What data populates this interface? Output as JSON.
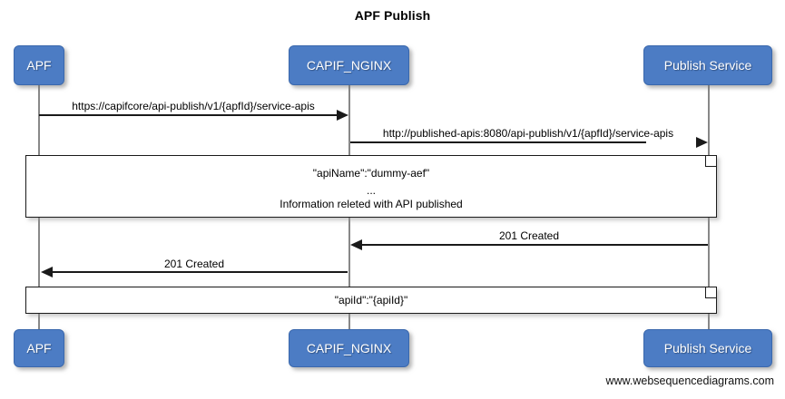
{
  "diagram": {
    "title": "APF Publish",
    "footer": "www.websequencediagrams.com",
    "colors": {
      "actor_fill": "#4c7cc4",
      "actor_text": "#ffffff",
      "line": "#1a1a1a",
      "lifeline": "#888888",
      "note_fill": "#ffffff",
      "background": "#ffffff"
    },
    "type": "sequence-diagram",
    "participants": [
      {
        "id": "apf",
        "label": "APF"
      },
      {
        "id": "capif_nginx",
        "label": "CAPIF_NGINX"
      },
      {
        "id": "publish_service",
        "label": "Publish Service"
      }
    ],
    "messages": [
      {
        "id": "msg-1",
        "from": "apf",
        "to": "capif_nginx",
        "direction": "right",
        "label": "https://capifcore/api-publish/v1/{apfId}/service-apis"
      },
      {
        "id": "msg-2",
        "from": "capif_nginx",
        "to": "publish_service",
        "direction": "right",
        "label": "http://published-apis:8080/api-publish/v1/{apfId}/service-apis"
      },
      {
        "id": "msg-3",
        "from": "publish_service",
        "to": "capif_nginx",
        "direction": "left",
        "label": "201 Created"
      },
      {
        "id": "msg-4",
        "from": "capif_nginx",
        "to": "apf",
        "direction": "left",
        "label": "201 Created"
      }
    ],
    "notes": [
      {
        "id": "note-1",
        "lines": [
          "\"apiName\":\"dummy-aef\"",
          "...",
          "Information releted with API published"
        ]
      },
      {
        "id": "note-2",
        "lines": [
          "\"apiId\":\"{apiId}\""
        ]
      }
    ]
  }
}
